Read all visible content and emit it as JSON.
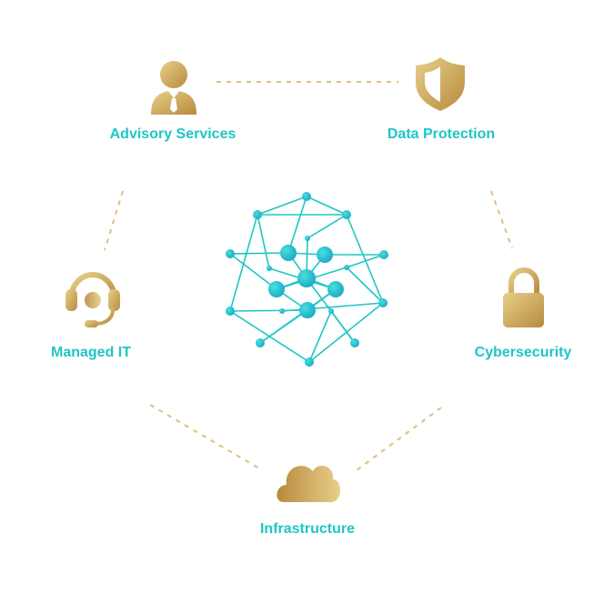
{
  "colors": {
    "gold_light": "#E7CF8A",
    "gold_dark": "#B88A3D",
    "teal": "#1EC6C4",
    "cyan": "#21D0D6",
    "dash": "#DCC07A"
  },
  "nodes": [
    {
      "id": "advisory",
      "label": "Advisory Services",
      "icon": "person-suit-icon"
    },
    {
      "id": "data",
      "label": "Data Protection",
      "icon": "shield-icon"
    },
    {
      "id": "managed",
      "label": "Managed IT",
      "icon": "headset-icon"
    },
    {
      "id": "cyber",
      "label": "Cybersecurity",
      "icon": "padlock-icon"
    },
    {
      "id": "infra",
      "label": "Infrastructure",
      "icon": "cloud-icon"
    }
  ],
  "center": {
    "icon": "network-graph-icon"
  }
}
